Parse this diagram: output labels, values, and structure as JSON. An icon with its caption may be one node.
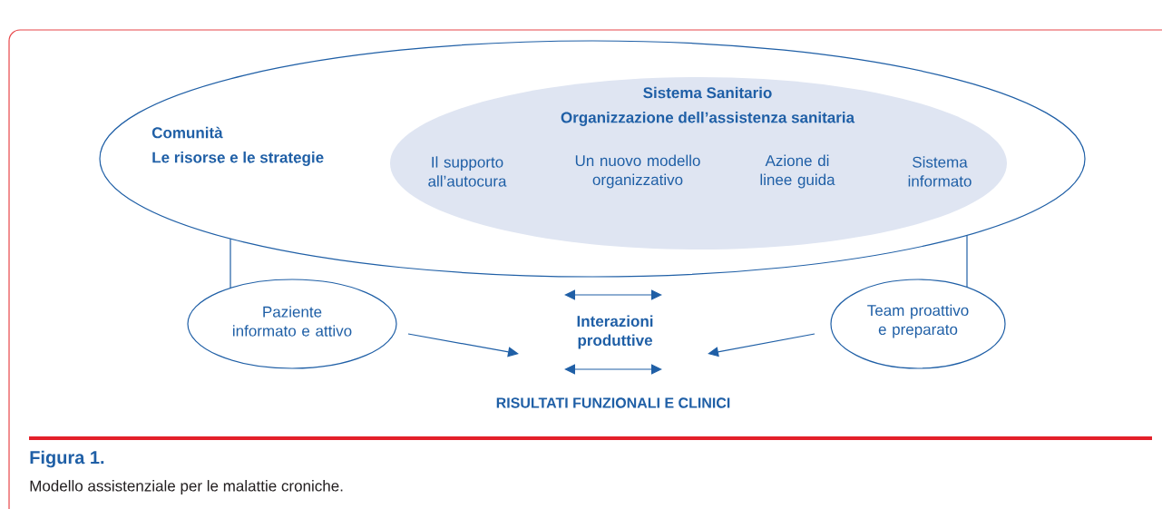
{
  "diagram": {
    "title": "Figura 1.",
    "caption": "Modello assistenziale per le malattie croniche.",
    "nodes": [
      {
        "text": [
          "Comunità",
          "Le risorse e le strategie"
        ]
      },
      {
        "text": [
          "Sistema Sanitario",
          "Organizzazione dell’assistenza sanitaria",
          "Il supporto all’autocura",
          "Un nuovo modello organizzativo",
          "Azione di linee guida",
          "Sistema informato"
        ],
        "in": 0
      },
      {
        "text": [
          "Paziente informato e attivo"
        ]
      },
      {
        "text": [
          "Team proattivo e preparato"
        ]
      },
      {
        "text": [
          "Interazioni produttive"
        ]
      }
    ],
    "edges": [
      {
        "from": 0,
        "to": 2,
        "arrow": "none"
      },
      {
        "from": 0,
        "to": 3,
        "arrow": "none"
      },
      {
        "from": 2,
        "to": 4,
        "arrow": "to"
      },
      {
        "from": 3,
        "to": 4,
        "arrow": "to"
      }
    ],
    "labels": [
      "RISULTATI FUNZIONALI E CLINICI"
    ]
  }
}
